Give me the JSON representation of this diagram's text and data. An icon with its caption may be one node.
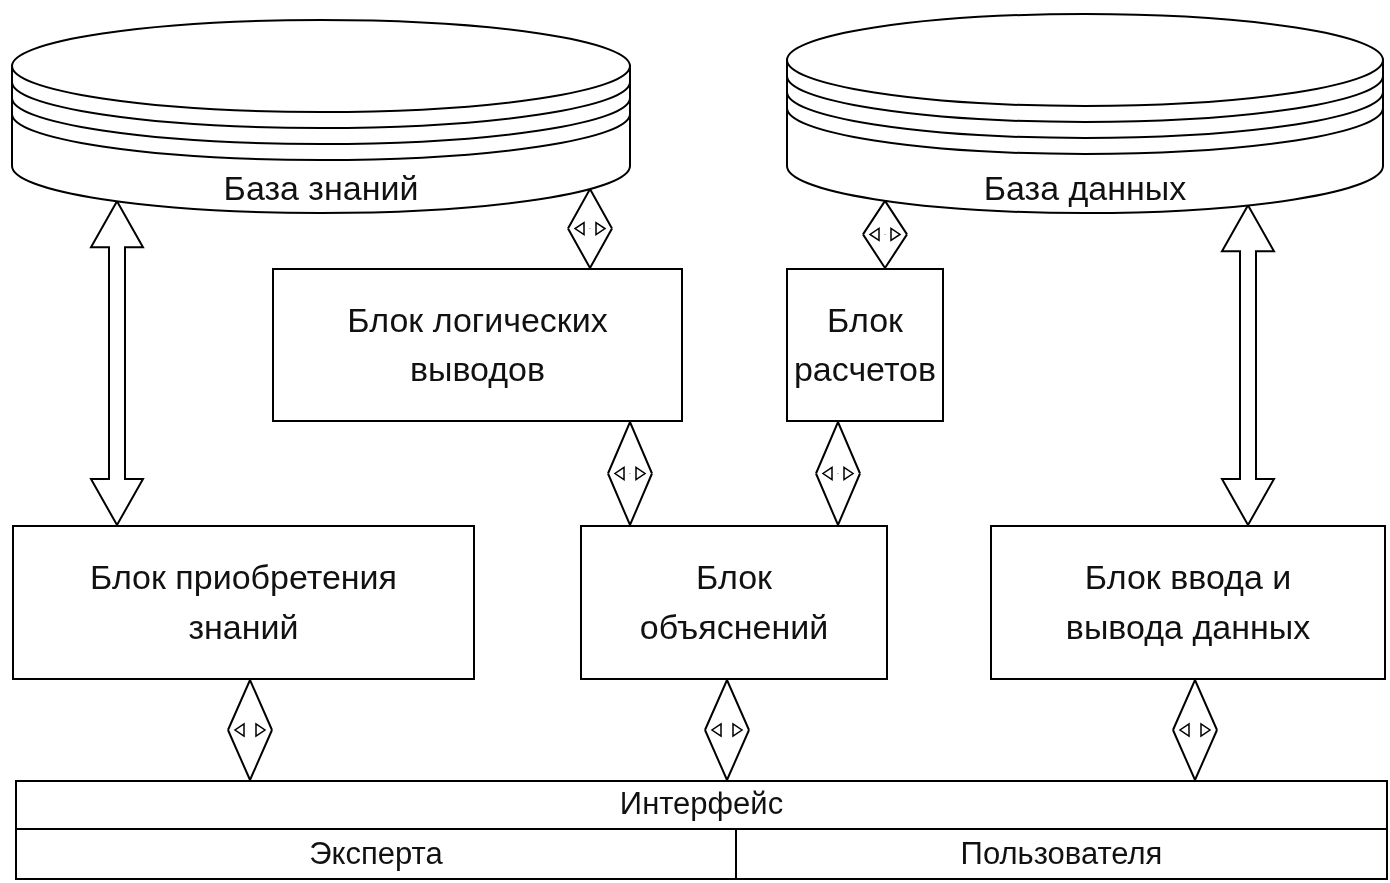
{
  "diagram": {
    "nodes": [
      {
        "text": [
          "База знаний"
        ]
      },
      {
        "text": [
          "База данных"
        ]
      },
      {
        "text": [
          "Блок логических выводов"
        ]
      },
      {
        "text": [
          "Блок расчетов"
        ]
      },
      {
        "text": [
          "Блок приобретения знаний"
        ]
      },
      {
        "text": [
          "Блок объяснений"
        ]
      },
      {
        "text": [
          "Блок ввода и вывода данных"
        ]
      },
      {
        "text": [
          "Интерфейс"
        ]
      },
      {
        "text": [
          "Эксперта"
        ],
        "in": 7
      },
      {
        "text": [
          "Пользователя"
        ],
        "in": 7
      }
    ],
    "edges": [
      {
        "from": 0,
        "to": 4,
        "arrow": "both",
        "style": "thick"
      },
      {
        "from": 0,
        "to": 2,
        "arrow": "both"
      },
      {
        "from": 1,
        "to": 3,
        "arrow": "both"
      },
      {
        "from": 1,
        "to": 6,
        "arrow": "both",
        "style": "thick"
      },
      {
        "from": 2,
        "to": 5,
        "arrow": "both"
      },
      {
        "from": 3,
        "to": 5,
        "arrow": "both"
      },
      {
        "from": 4,
        "to": 7,
        "arrow": "both"
      },
      {
        "from": 5,
        "to": 7,
        "arrow": "both"
      },
      {
        "from": 6,
        "to": 7,
        "arrow": "both"
      }
    ]
  }
}
